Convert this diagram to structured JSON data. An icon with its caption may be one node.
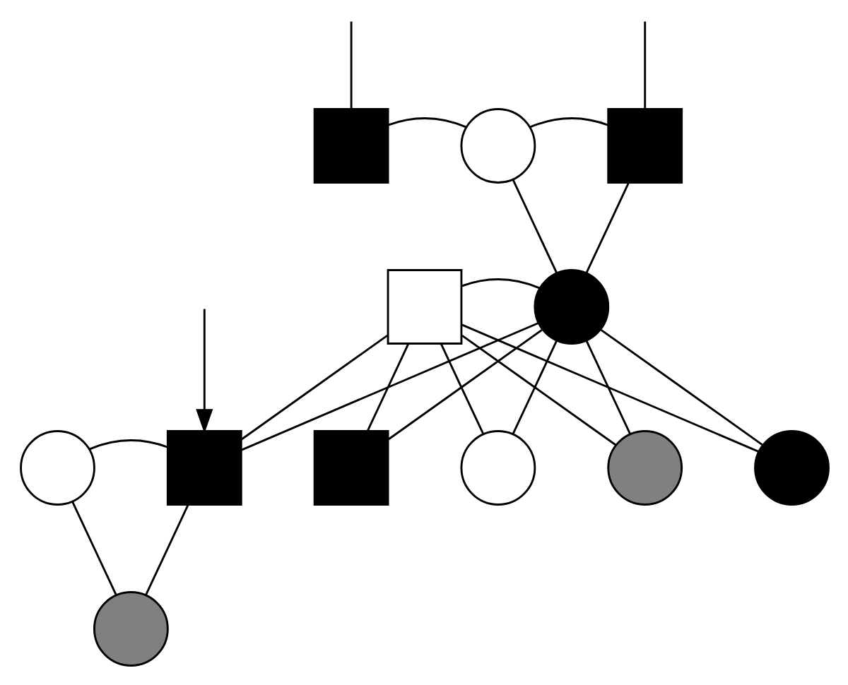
{
  "diagram": {
    "nodes": [
      {
        "text": [],
        "shape": "square"
      },
      {
        "text": [],
        "shape": "circle"
      },
      {
        "text": [],
        "shape": "square"
      },
      {
        "text": [],
        "shape": "square"
      },
      {
        "text": [],
        "shape": "circle"
      },
      {
        "text": [],
        "shape": "circle"
      },
      {
        "text": [],
        "shape": "square"
      },
      {
        "text": [],
        "shape": "square"
      },
      {
        "text": [],
        "shape": "circle"
      },
      {
        "text": [],
        "shape": "circle"
      },
      {
        "text": [],
        "shape": "circle"
      },
      {
        "text": [],
        "shape": "circle"
      }
    ],
    "edges": [
      {
        "from": null,
        "to": 0,
        "arrow": "none"
      },
      {
        "from": null,
        "to": 2,
        "arrow": "none"
      },
      {
        "from": 0,
        "to": 1,
        "arrow": "none"
      },
      {
        "from": 1,
        "to": 2,
        "arrow": "none"
      },
      {
        "from": 1,
        "to": 4,
        "arrow": "none"
      },
      {
        "from": 2,
        "to": 4,
        "arrow": "none"
      },
      {
        "from": 3,
        "to": 4,
        "arrow": "none"
      },
      {
        "from": 3,
        "to": 6,
        "arrow": "none"
      },
      {
        "from": 4,
        "to": 6,
        "arrow": "none"
      },
      {
        "from": 3,
        "to": 7,
        "arrow": "none"
      },
      {
        "from": 4,
        "to": 7,
        "arrow": "none"
      },
      {
        "from": 3,
        "to": 8,
        "arrow": "none"
      },
      {
        "from": 4,
        "to": 8,
        "arrow": "none"
      },
      {
        "from": 3,
        "to": 9,
        "arrow": "none"
      },
      {
        "from": 4,
        "to": 9,
        "arrow": "none"
      },
      {
        "from": 3,
        "to": 10,
        "arrow": "none"
      },
      {
        "from": 4,
        "to": 10,
        "arrow": "none"
      },
      {
        "from": 5,
        "to": 6,
        "arrow": "none"
      },
      {
        "from": 5,
        "to": 11,
        "arrow": "none"
      },
      {
        "from": 6,
        "to": 11,
        "arrow": "none"
      },
      {
        "from": null,
        "to": 6,
        "arrow": "to"
      }
    ]
  }
}
